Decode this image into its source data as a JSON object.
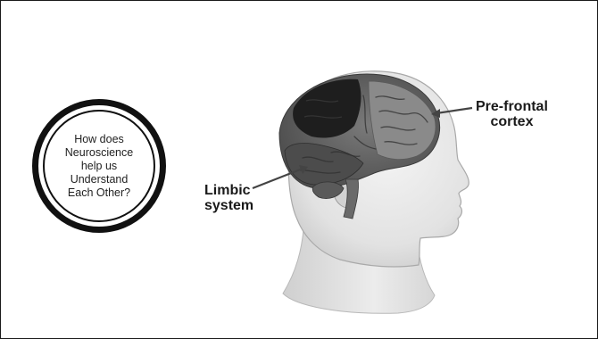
{
  "question": {
    "lines": [
      "How does",
      "Neuroscience",
      "help us",
      "Understand",
      "Each Other?"
    ]
  },
  "labels": {
    "prefrontal": [
      "Pre-frontal",
      "cortex"
    ],
    "limbic": [
      "Limbic",
      "system"
    ]
  },
  "colors": {
    "border": "#1a1a1a",
    "brain_dark": "#1e1e1e",
    "brain_mid": "#5f5f5f",
    "brain_light": "#8a8a8a",
    "skin": "#e7e7e7"
  }
}
